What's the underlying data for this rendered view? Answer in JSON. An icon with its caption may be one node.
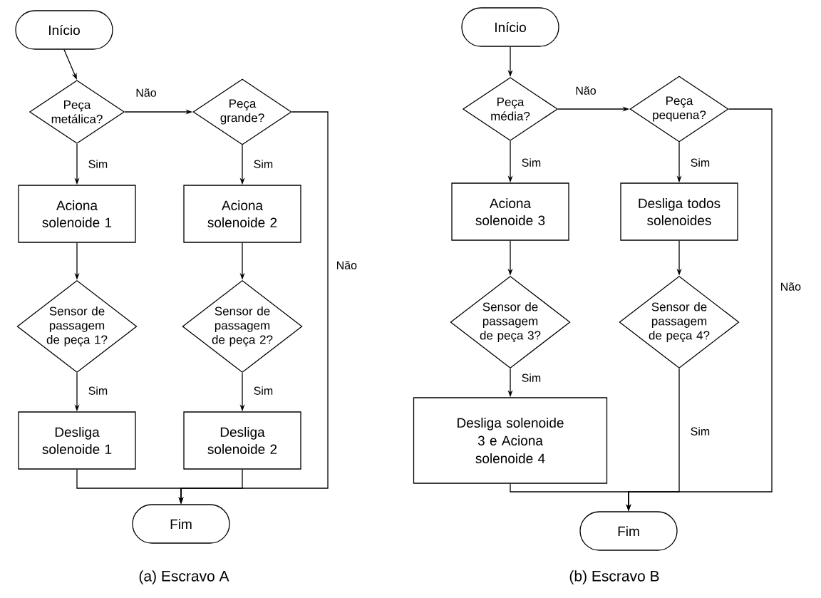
{
  "diagram": {
    "nodes": [
      {
        "text": [
          "Início"
        ]
      },
      {
        "text": [
          "Peça metálica?"
        ]
      },
      {
        "text": [
          "Peça grande?"
        ]
      },
      {
        "text": [
          "Aciona solenoide 1"
        ]
      },
      {
        "text": [
          "Aciona solenoide 2"
        ]
      },
      {
        "text": [
          "Sensor de passagem de peça 1?"
        ]
      },
      {
        "text": [
          "Sensor de passagem de peça 2?"
        ]
      },
      {
        "text": [
          "Desliga solenoide 1"
        ]
      },
      {
        "text": [
          "Desliga solenoide 2"
        ]
      },
      {
        "text": [
          "Fim"
        ]
      },
      {
        "text": [
          "Início"
        ]
      },
      {
        "text": [
          "Peça média?"
        ]
      },
      {
        "text": [
          "Peça pequena?"
        ]
      },
      {
        "text": [
          "Aciona solenoide 3"
        ]
      },
      {
        "text": [
          "Desliga todos solenoides"
        ]
      },
      {
        "text": [
          "Sensor de passagem de peça 3?"
        ]
      },
      {
        "text": [
          "Sensor de passagem de peça 4?"
        ]
      },
      {
        "text": [
          "Desliga solenoide 3 e Aciona solenoide 4"
        ]
      },
      {
        "text": [
          "Fim"
        ]
      }
    ],
    "edges": [
      {
        "from": 0,
        "to": 1,
        "arrow": "to"
      },
      {
        "from": 1,
        "to": 2,
        "arrow": "to",
        "label": "Não"
      },
      {
        "from": 1,
        "to": 3,
        "arrow": "to",
        "label": "Sim"
      },
      {
        "from": 2,
        "to": 4,
        "arrow": "to",
        "label": "Sim"
      },
      {
        "from": 2,
        "to": 9,
        "arrow": "to",
        "label": "Não"
      },
      {
        "from": 3,
        "to": 5,
        "arrow": "to"
      },
      {
        "from": 4,
        "to": 6,
        "arrow": "to"
      },
      {
        "from": 5,
        "to": 7,
        "arrow": "to",
        "label": "Sim"
      },
      {
        "from": 6,
        "to": 8,
        "arrow": "to",
        "label": "Sim"
      },
      {
        "from": 7,
        "to": 9,
        "arrow": "to"
      },
      {
        "from": 8,
        "to": 9,
        "arrow": "to"
      },
      {
        "from": 10,
        "to": 11,
        "arrow": "to"
      },
      {
        "from": 11,
        "to": 12,
        "arrow": "to",
        "label": "Não"
      },
      {
        "from": 11,
        "to": 13,
        "arrow": "to",
        "label": "Sim"
      },
      {
        "from": 12,
        "to": 14,
        "arrow": "to",
        "label": "Sim"
      },
      {
        "from": 12,
        "to": 18,
        "arrow": "to",
        "label": "Não"
      },
      {
        "from": 13,
        "to": 15,
        "arrow": "to"
      },
      {
        "from": 14,
        "to": 16,
        "arrow": "to"
      },
      {
        "from": 15,
        "to": 17,
        "arrow": "to",
        "label": "Sim"
      },
      {
        "from": 16,
        "to": 18,
        "arrow": "to",
        "label": "Sim"
      },
      {
        "from": 17,
        "to": 18,
        "arrow": "to"
      }
    ],
    "labels": [
      "(a) Escravo A",
      "(b) Escravo B"
    ]
  }
}
